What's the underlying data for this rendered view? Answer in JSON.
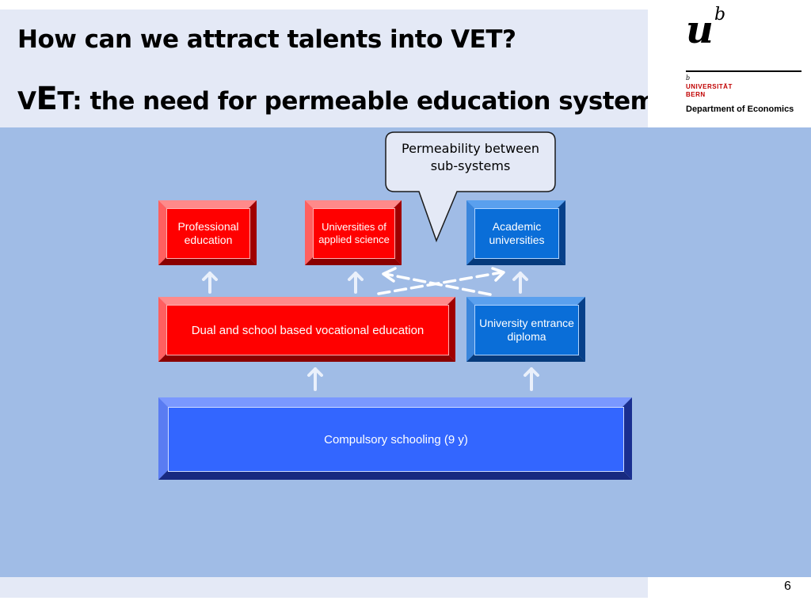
{
  "header": {
    "title_line1": "How can we attract talents into VET?",
    "title_line2_prefix_small": "V",
    "title_line2_prefix_big": "E",
    "title_line2_rest": "T: the need for permeable education systems"
  },
  "logo": {
    "mark_u": "u",
    "mark_b": "b",
    "small_b": "b",
    "university": "UNIVERSITÄT",
    "city": "BERN",
    "department": "Department of Economics"
  },
  "callout": {
    "text": "Permeability between sub-systems"
  },
  "boxes": {
    "professional_education": "Professional education",
    "universities_applied_science": "Universities of applied science",
    "academic_universities": "Academic universities",
    "dual_vocational": "Dual and school based vocational education",
    "university_entrance_diploma": "University entrance diploma",
    "compulsory_schooling": "Compulsory schooling (9 y)"
  },
  "colors": {
    "red_box": "#ff0000",
    "blue_box": "#0a6ed8",
    "bright_blue_box": "#3366ff",
    "background": "#a0bce6",
    "header_band": "#e4e9f6",
    "arrow": "#eaf0fb"
  },
  "footer": {
    "page_number": "6"
  }
}
